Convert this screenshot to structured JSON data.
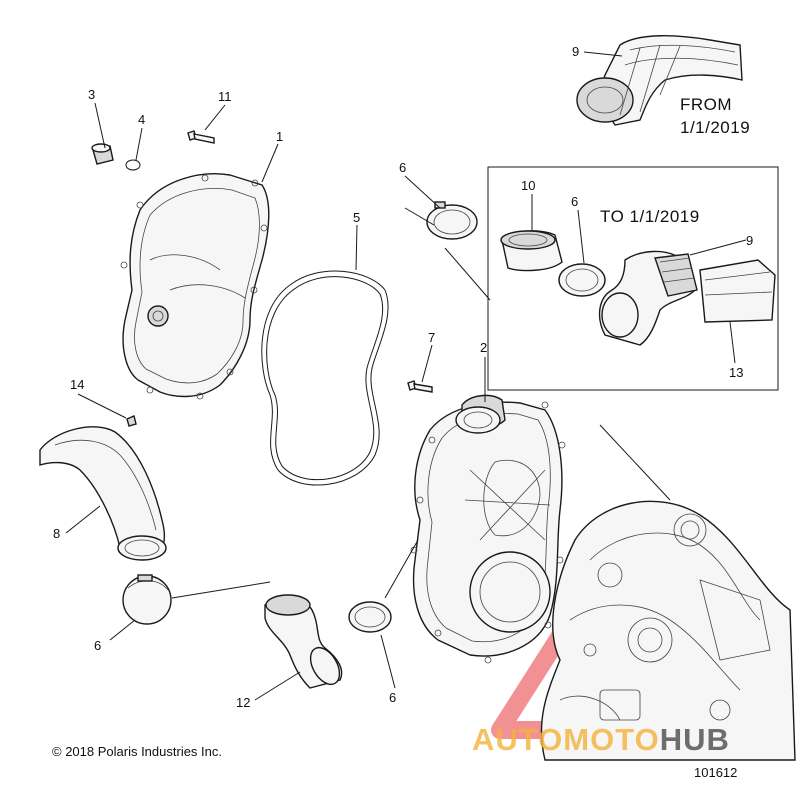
{
  "callouts": {
    "c1": "1",
    "c2": "2",
    "c3": "3",
    "c4": "4",
    "c5": "5",
    "c6a": "6",
    "c6b": "6",
    "c6c": "6",
    "c6d": "6",
    "c7": "7",
    "c8": "8",
    "c9a": "9",
    "c9b": "9",
    "c10": "10",
    "c11": "11",
    "c12": "12",
    "c13": "13",
    "c14": "14"
  },
  "notes": {
    "from_line1": "FROM",
    "from_line2": "1/1/2019",
    "to_label": "TO 1/1/2019"
  },
  "footer": {
    "copyright": "© 2018 Polaris Industries Inc.",
    "doc_number": "101612"
  },
  "watermark": {
    "text_part1": "AUTOMOTO",
    "text_part2": "HUB",
    "color_primary": "#e8383d",
    "color_secondary": "#f3b13c",
    "color_dark": "#555555"
  },
  "colors": {
    "line": "#1a1a1a",
    "background": "#ffffff"
  }
}
